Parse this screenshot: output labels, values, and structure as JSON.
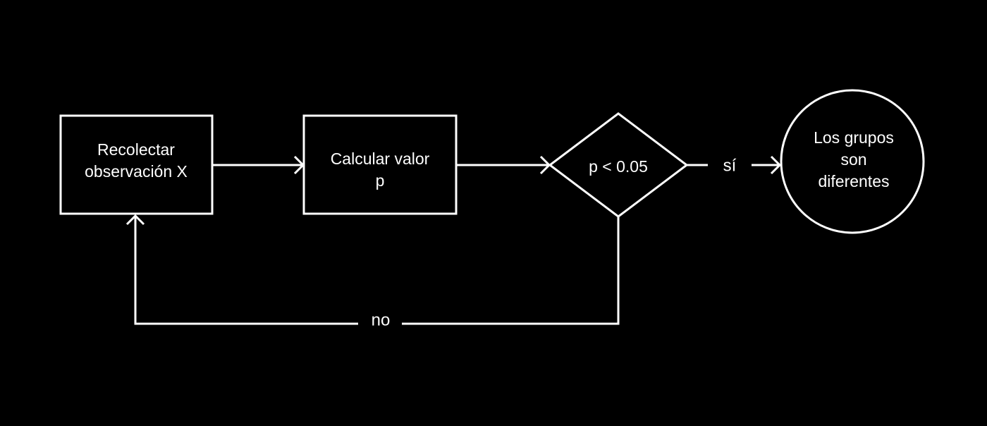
{
  "diagram": {
    "nodes": {
      "collect": {
        "line1": "Recolectar",
        "line2": "observación X"
      },
      "calculate": {
        "line1": "Calcular valor",
        "line2": "p"
      },
      "decision": {
        "label": "p < 0.05"
      },
      "result": {
        "line1": "Los grupos",
        "line2": "son",
        "line3": "diferentes"
      }
    },
    "edges": {
      "yes_label": "sí",
      "no_label": "no"
    },
    "colors": {
      "background": "#000000",
      "foreground": "#ffffff"
    }
  }
}
